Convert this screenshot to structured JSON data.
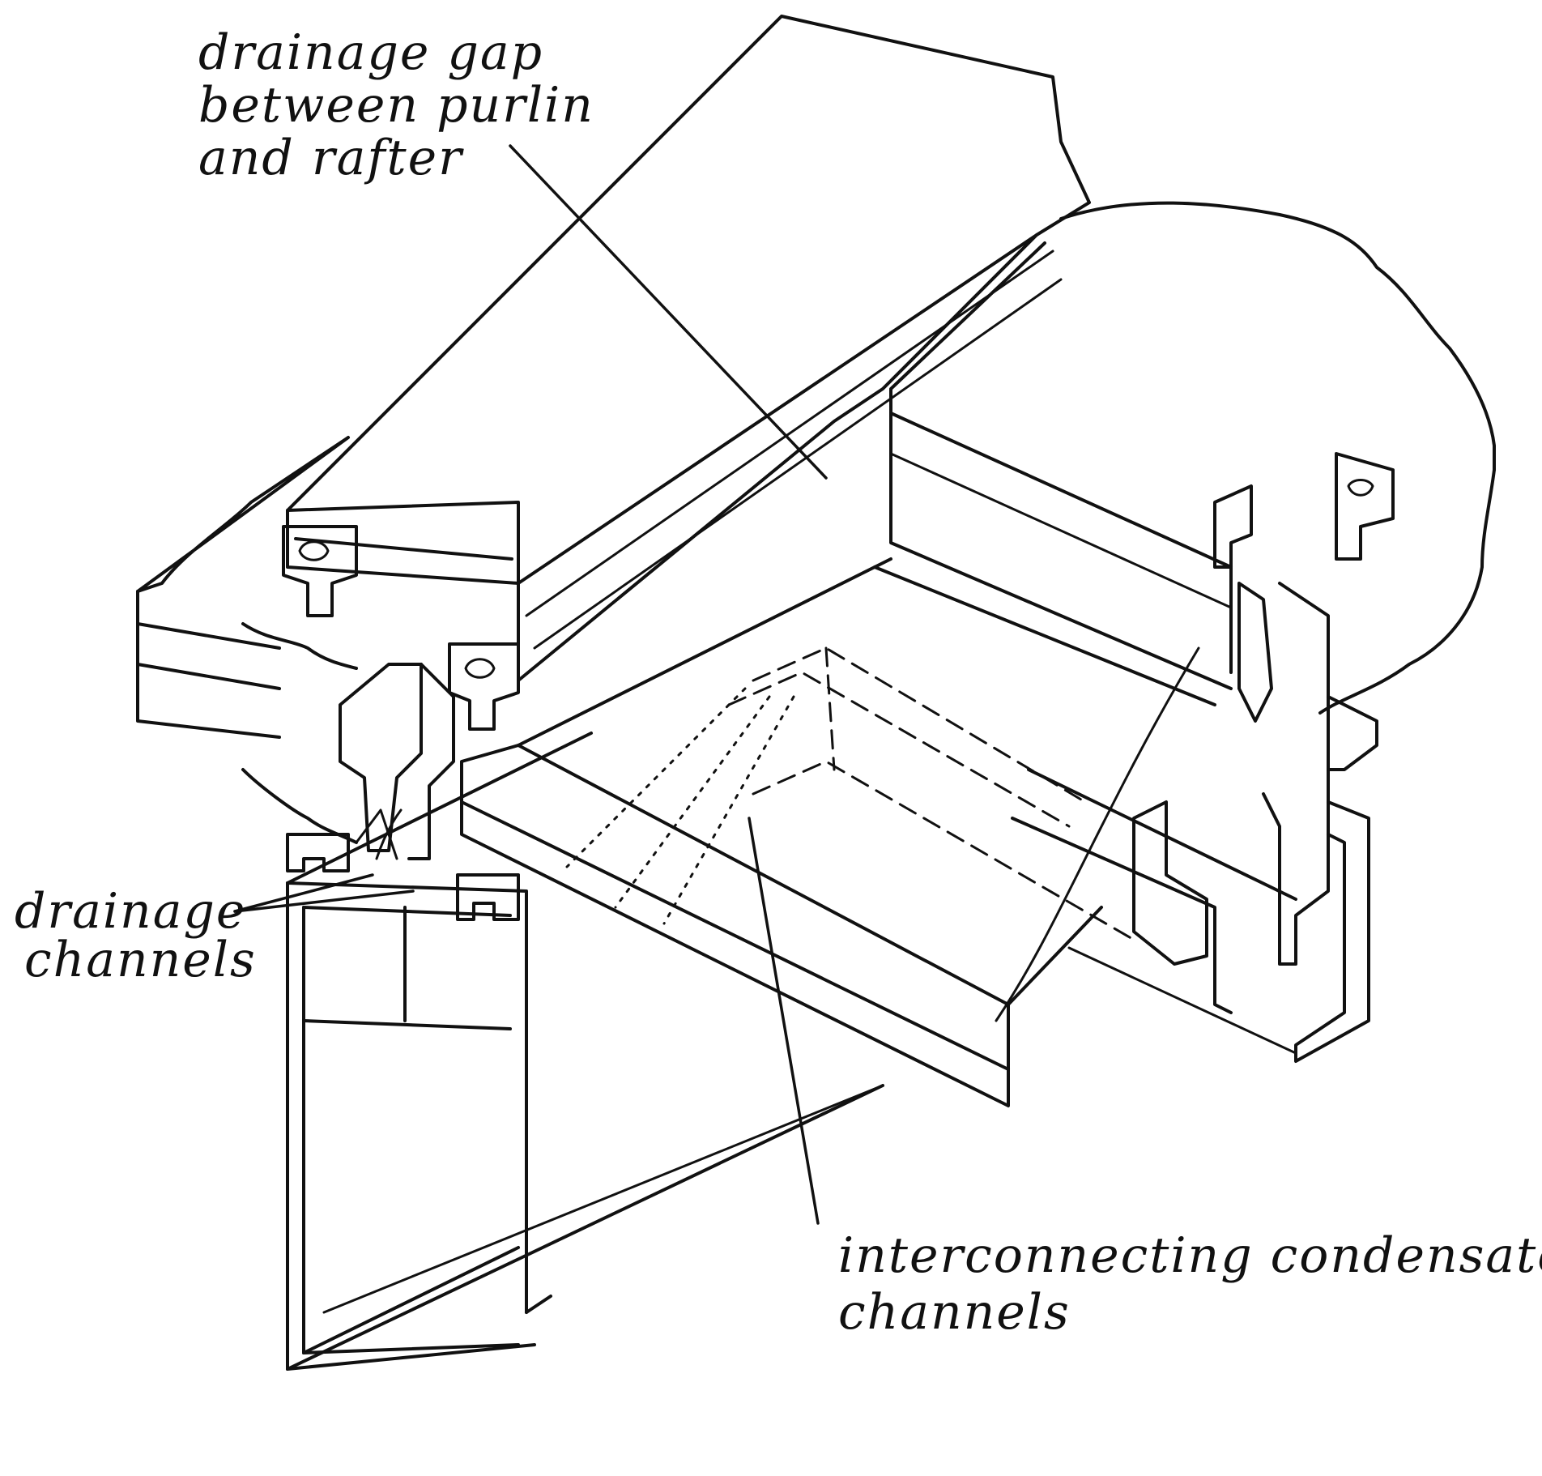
{
  "labels": {
    "drainage_gap": [
      "drainage gap",
      "between purlin",
      "and rafter"
    ],
    "drainage_channels": [
      "drainage",
      "channels"
    ],
    "condensate_channels": [
      "interconnecting condensate",
      "channels"
    ]
  },
  "colors": {
    "ink": "#111111",
    "paper": "#ffffff"
  }
}
